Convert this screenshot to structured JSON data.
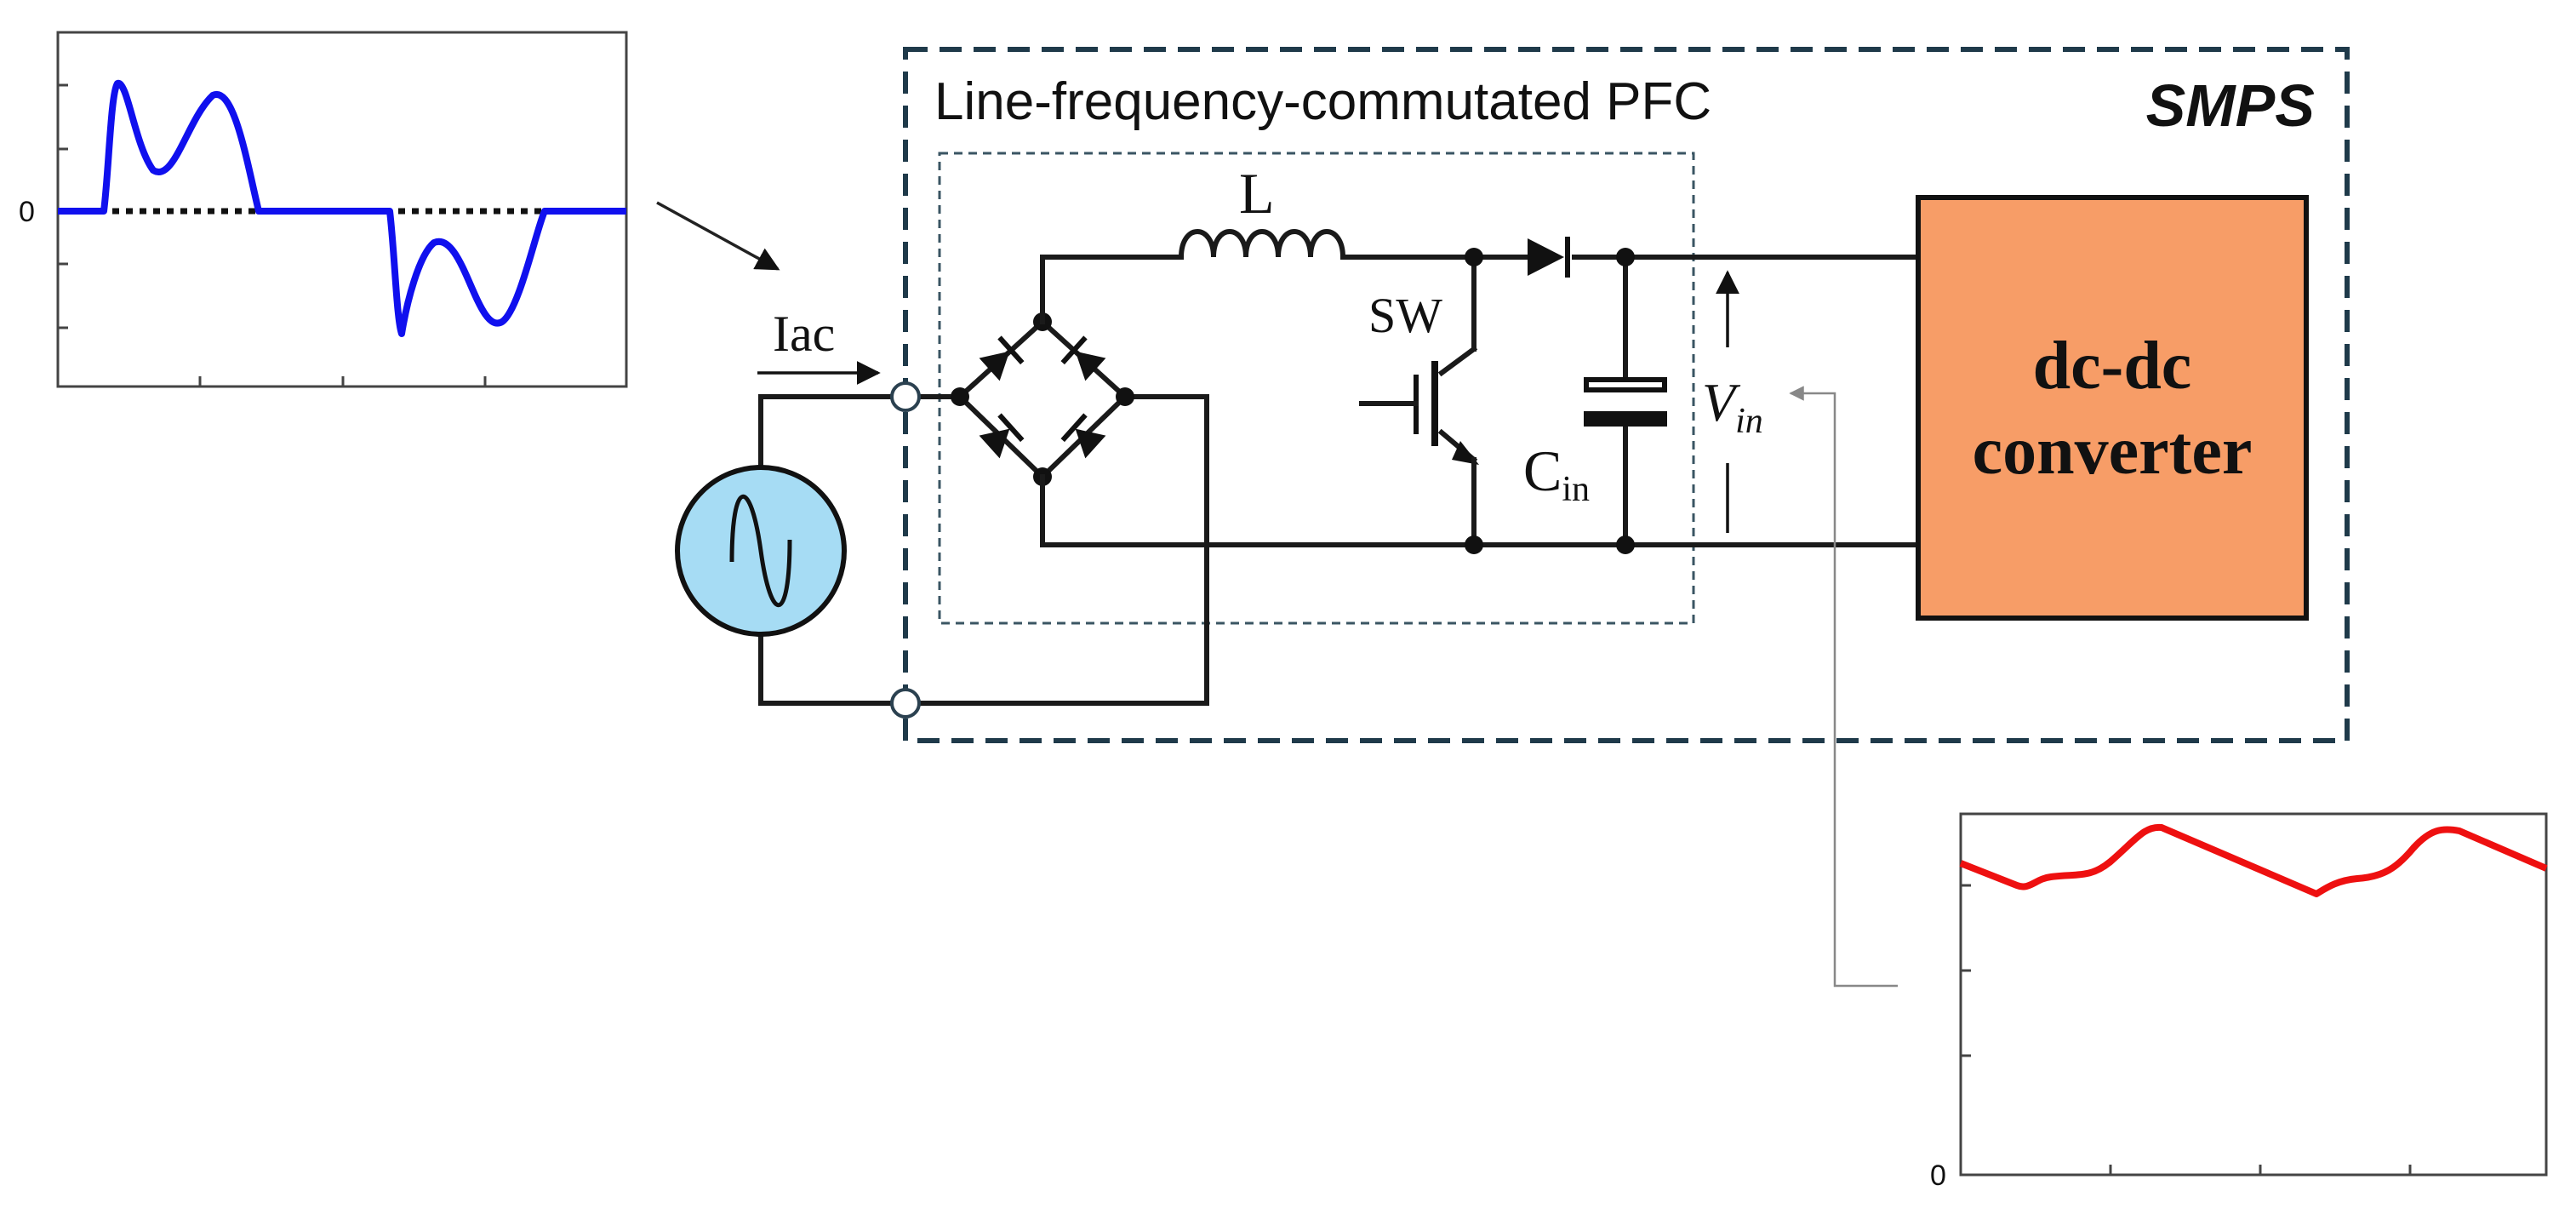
{
  "diagram": {
    "smps_label": "SMPS",
    "pfc_label": "Line-frequency-commutated PFC",
    "inductor_label": "L",
    "switch_label": "SW",
    "capacitor_label_main": "C",
    "capacitor_label_sub": "in",
    "vin_label_main": "V",
    "vin_label_sub": "in",
    "iac_label": "Iac",
    "converter_line1": "dc-dc",
    "converter_line2": "converter",
    "colors": {
      "frame": "#1f3a4a",
      "converter_fill": "#f79d67",
      "source_fill": "#a6dcf4",
      "current_waveform": "#1010ee",
      "voltage_waveform": "#ee1010"
    }
  },
  "current_plot": {
    "zero_label": "0",
    "series_color": "#1010ee"
  },
  "voltage_plot": {
    "zero_label": "0",
    "series_color": "#ee1010"
  }
}
